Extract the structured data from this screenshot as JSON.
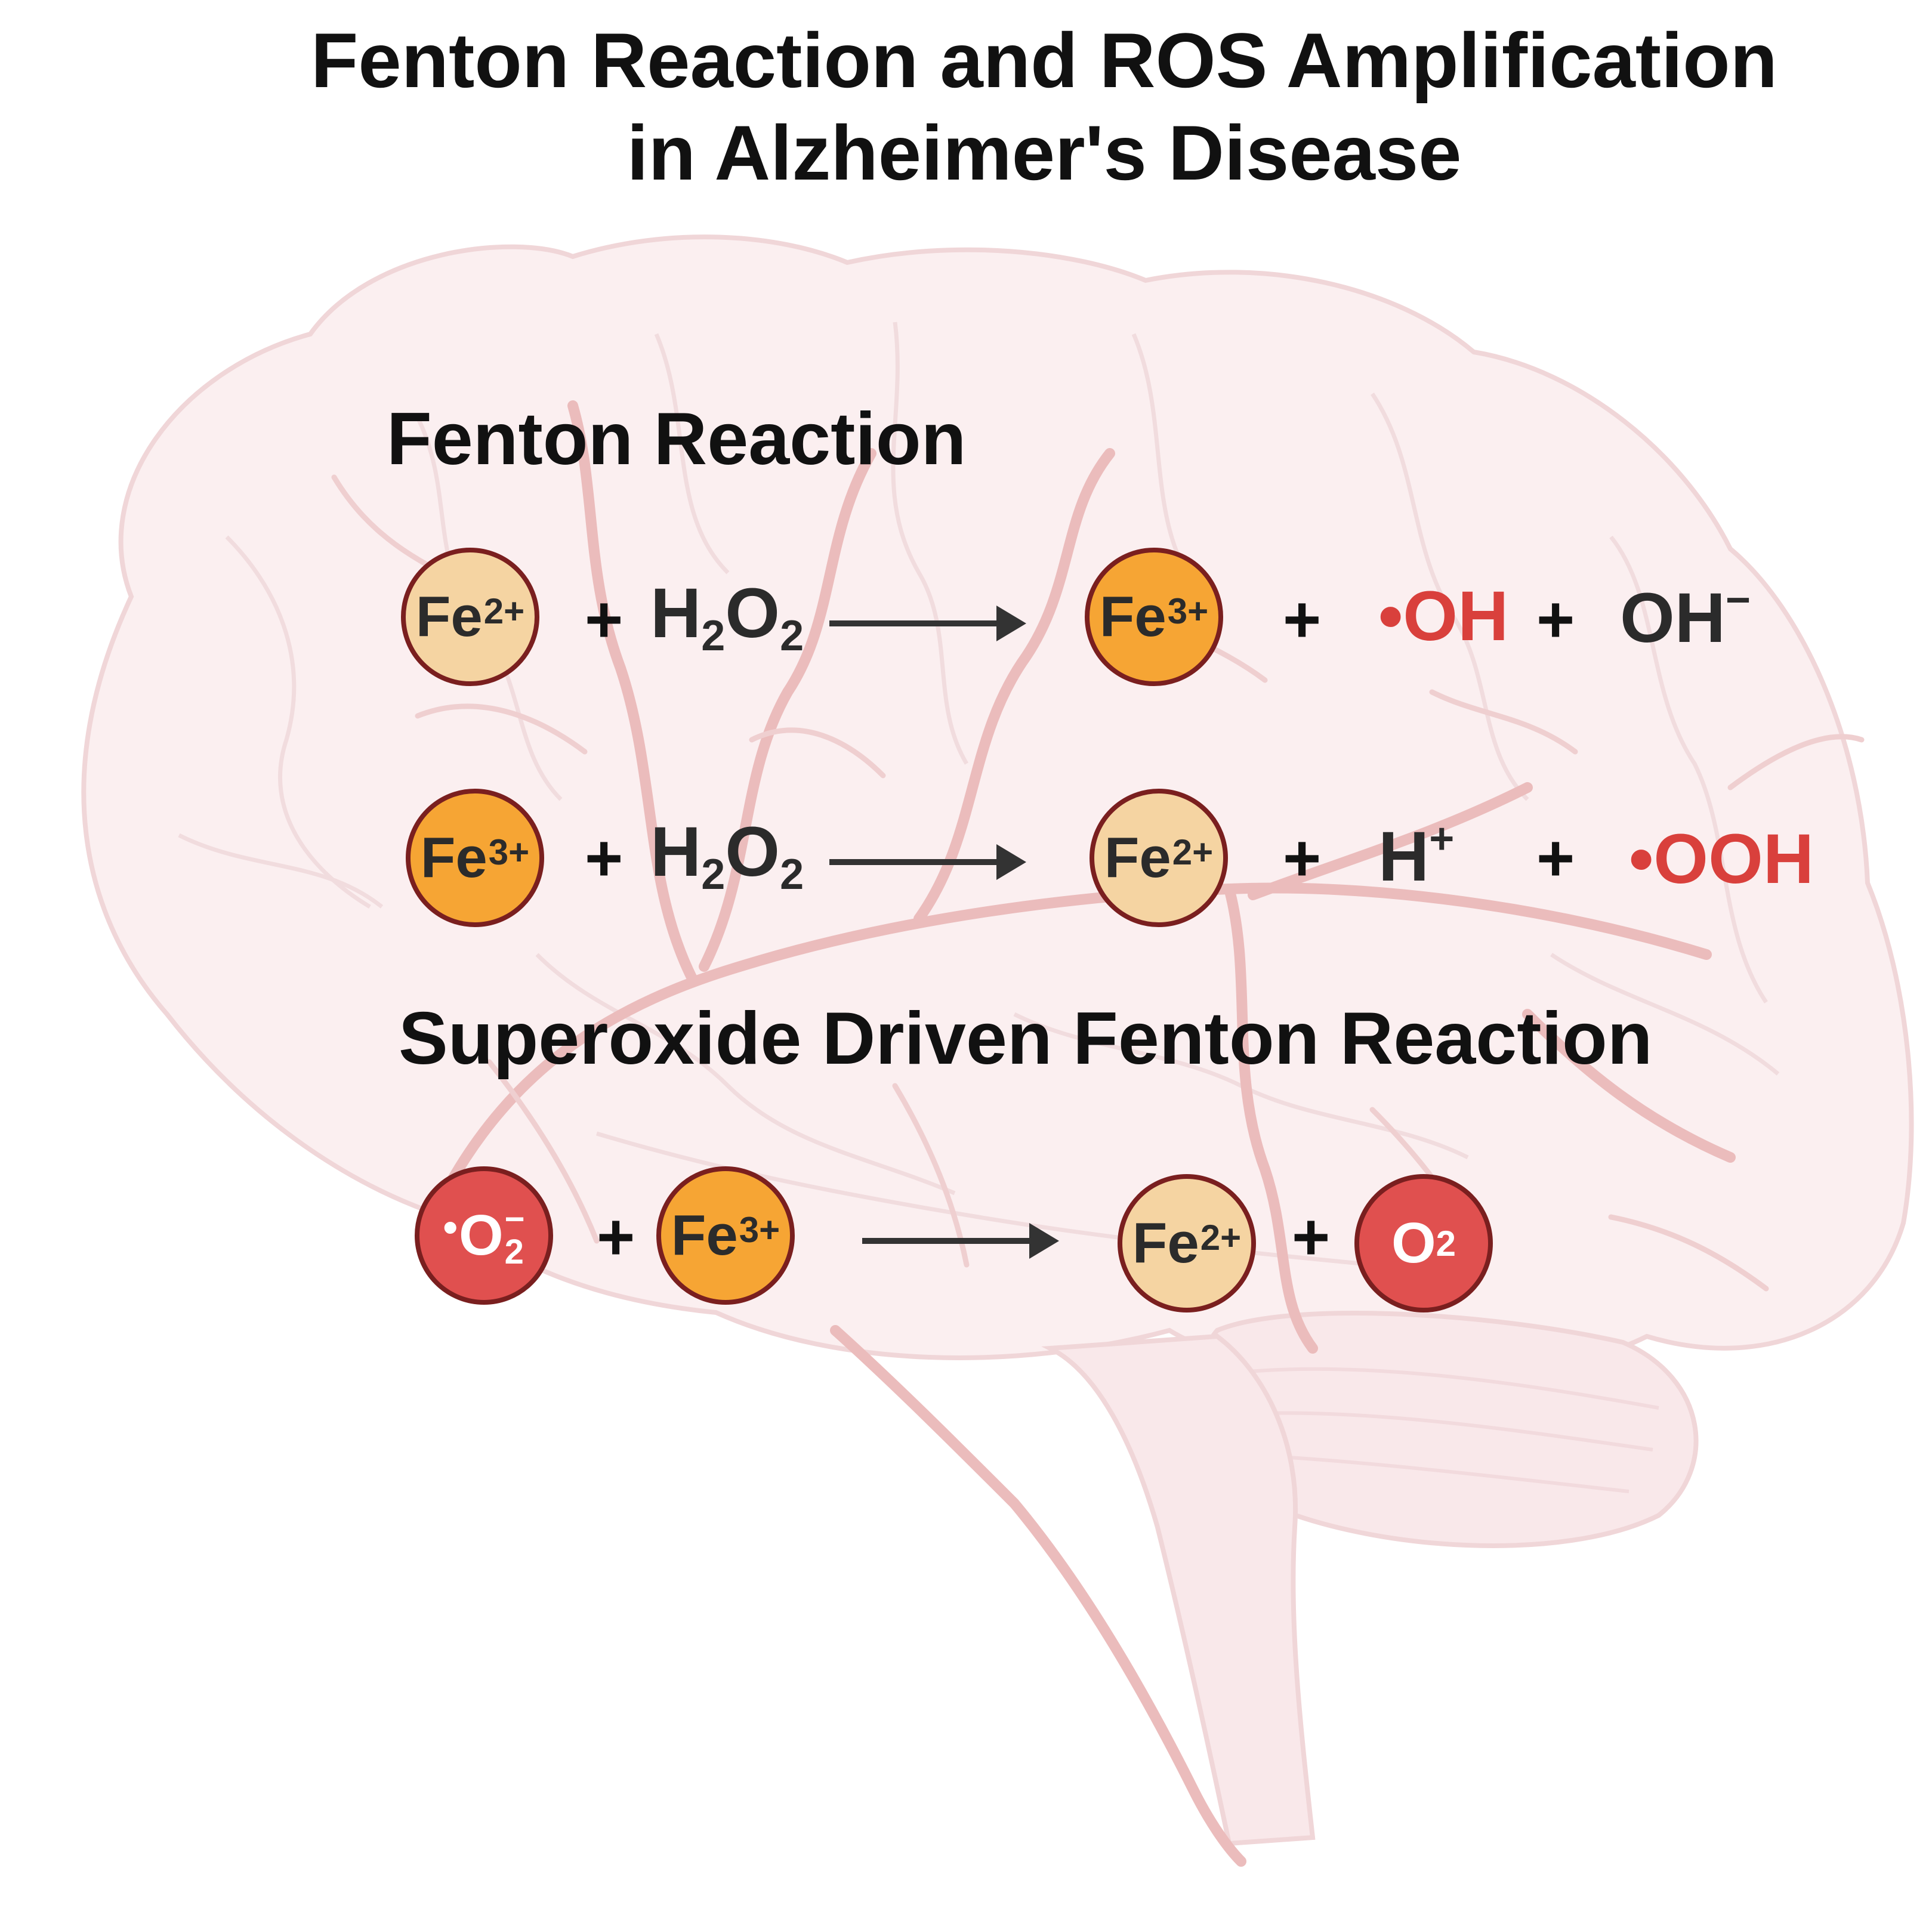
{
  "title": {
    "line1": "Fenton Reaction and ROS Amplification",
    "line2": "in Alzheimer's Disease"
  },
  "sections": {
    "fenton_heading": "Fenton Reaction",
    "superoxide_heading": "Superoxide Driven Fenton Reaction"
  },
  "reaction1": {
    "reactant1": {
      "base": "Fe",
      "charge": "2+"
    },
    "plus1": "+",
    "reactant2": {
      "base": "H",
      "sub1": "2",
      "mid": "O",
      "sub2": "2"
    },
    "product1": {
      "base": "Fe",
      "charge": "3+"
    },
    "plus2": "+",
    "product2": "•OH",
    "plus3": "+",
    "product3": {
      "base": "OH",
      "charge": "−"
    }
  },
  "reaction2": {
    "reactant1": {
      "base": "Fe",
      "charge": "3+"
    },
    "plus1": "+",
    "reactant2": {
      "base": "H",
      "sub1": "2",
      "mid": "O",
      "sub2": "2"
    },
    "product1": {
      "base": "Fe",
      "charge": "2+"
    },
    "plus2": "+",
    "product2": {
      "base": "H",
      "charge": "+"
    },
    "plus3": "+",
    "product3": "•OOH"
  },
  "reaction3": {
    "reactant1": {
      "dot": "•",
      "base": "O",
      "sub": "2",
      "charge": "−"
    },
    "plus1": "+",
    "reactant2": {
      "base": "Fe",
      "charge": "3+"
    },
    "product1": {
      "base": "Fe",
      "charge": "2+"
    },
    "plus2": "+",
    "product2": {
      "base": "O",
      "sub": "2"
    }
  },
  "colors": {
    "fe2_fill": "#f5d4a2",
    "fe3_fill": "#f6a534",
    "red_fill": "#e0504f",
    "ball_border": "#7a1f1f",
    "radical_text": "#d9403c",
    "brain_fill": "#fbeff0",
    "vessel": "#ebbcbc"
  },
  "icons": {
    "background": "brain-sagittal-icon",
    "arrow": "right-arrow-icon"
  }
}
